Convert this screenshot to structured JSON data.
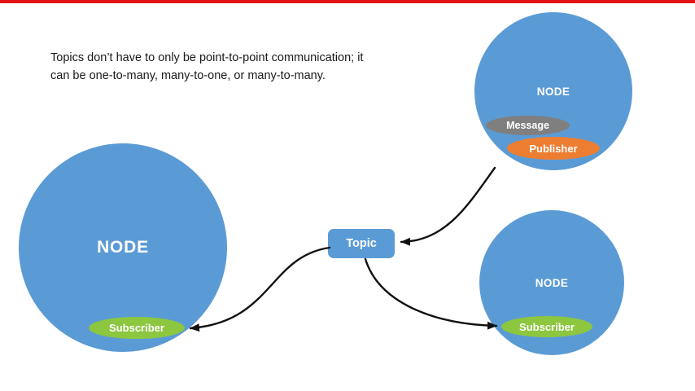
{
  "caption": {
    "line1": "Topics don’t have to only be point-to-point communication; it",
    "line2": "can be one-to-many, many-to-one, or many-to-many."
  },
  "topic": {
    "label": "Topic"
  },
  "nodes": {
    "left": {
      "label": "NODE",
      "subscriber": "Subscriber"
    },
    "top_right": {
      "label": "NODE",
      "message": "Message",
      "publisher": "Publisher"
    },
    "bottom_right": {
      "label": "NODE",
      "subscriber": "Subscriber"
    }
  },
  "arrows": [
    {
      "name": "publisher-to-topic",
      "from": "Publisher",
      "to": "Topic"
    },
    {
      "name": "topic-to-left-subscriber",
      "from": "Topic",
      "to": "Subscriber (left node)"
    },
    {
      "name": "topic-to-bottom-subscriber",
      "from": "Topic",
      "to": "Subscriber (bottom-right node)"
    }
  ],
  "colors": {
    "node-blue": "#5b9bd5",
    "pill-green": "#8dc63f",
    "pill-orange": "#ed7d31",
    "pill-gray": "#7f7f7f",
    "top-bar-red": "#e41313",
    "arrow-black": "#111111",
    "background": "#ffffff",
    "caption-text": "#1a1a1a"
  }
}
